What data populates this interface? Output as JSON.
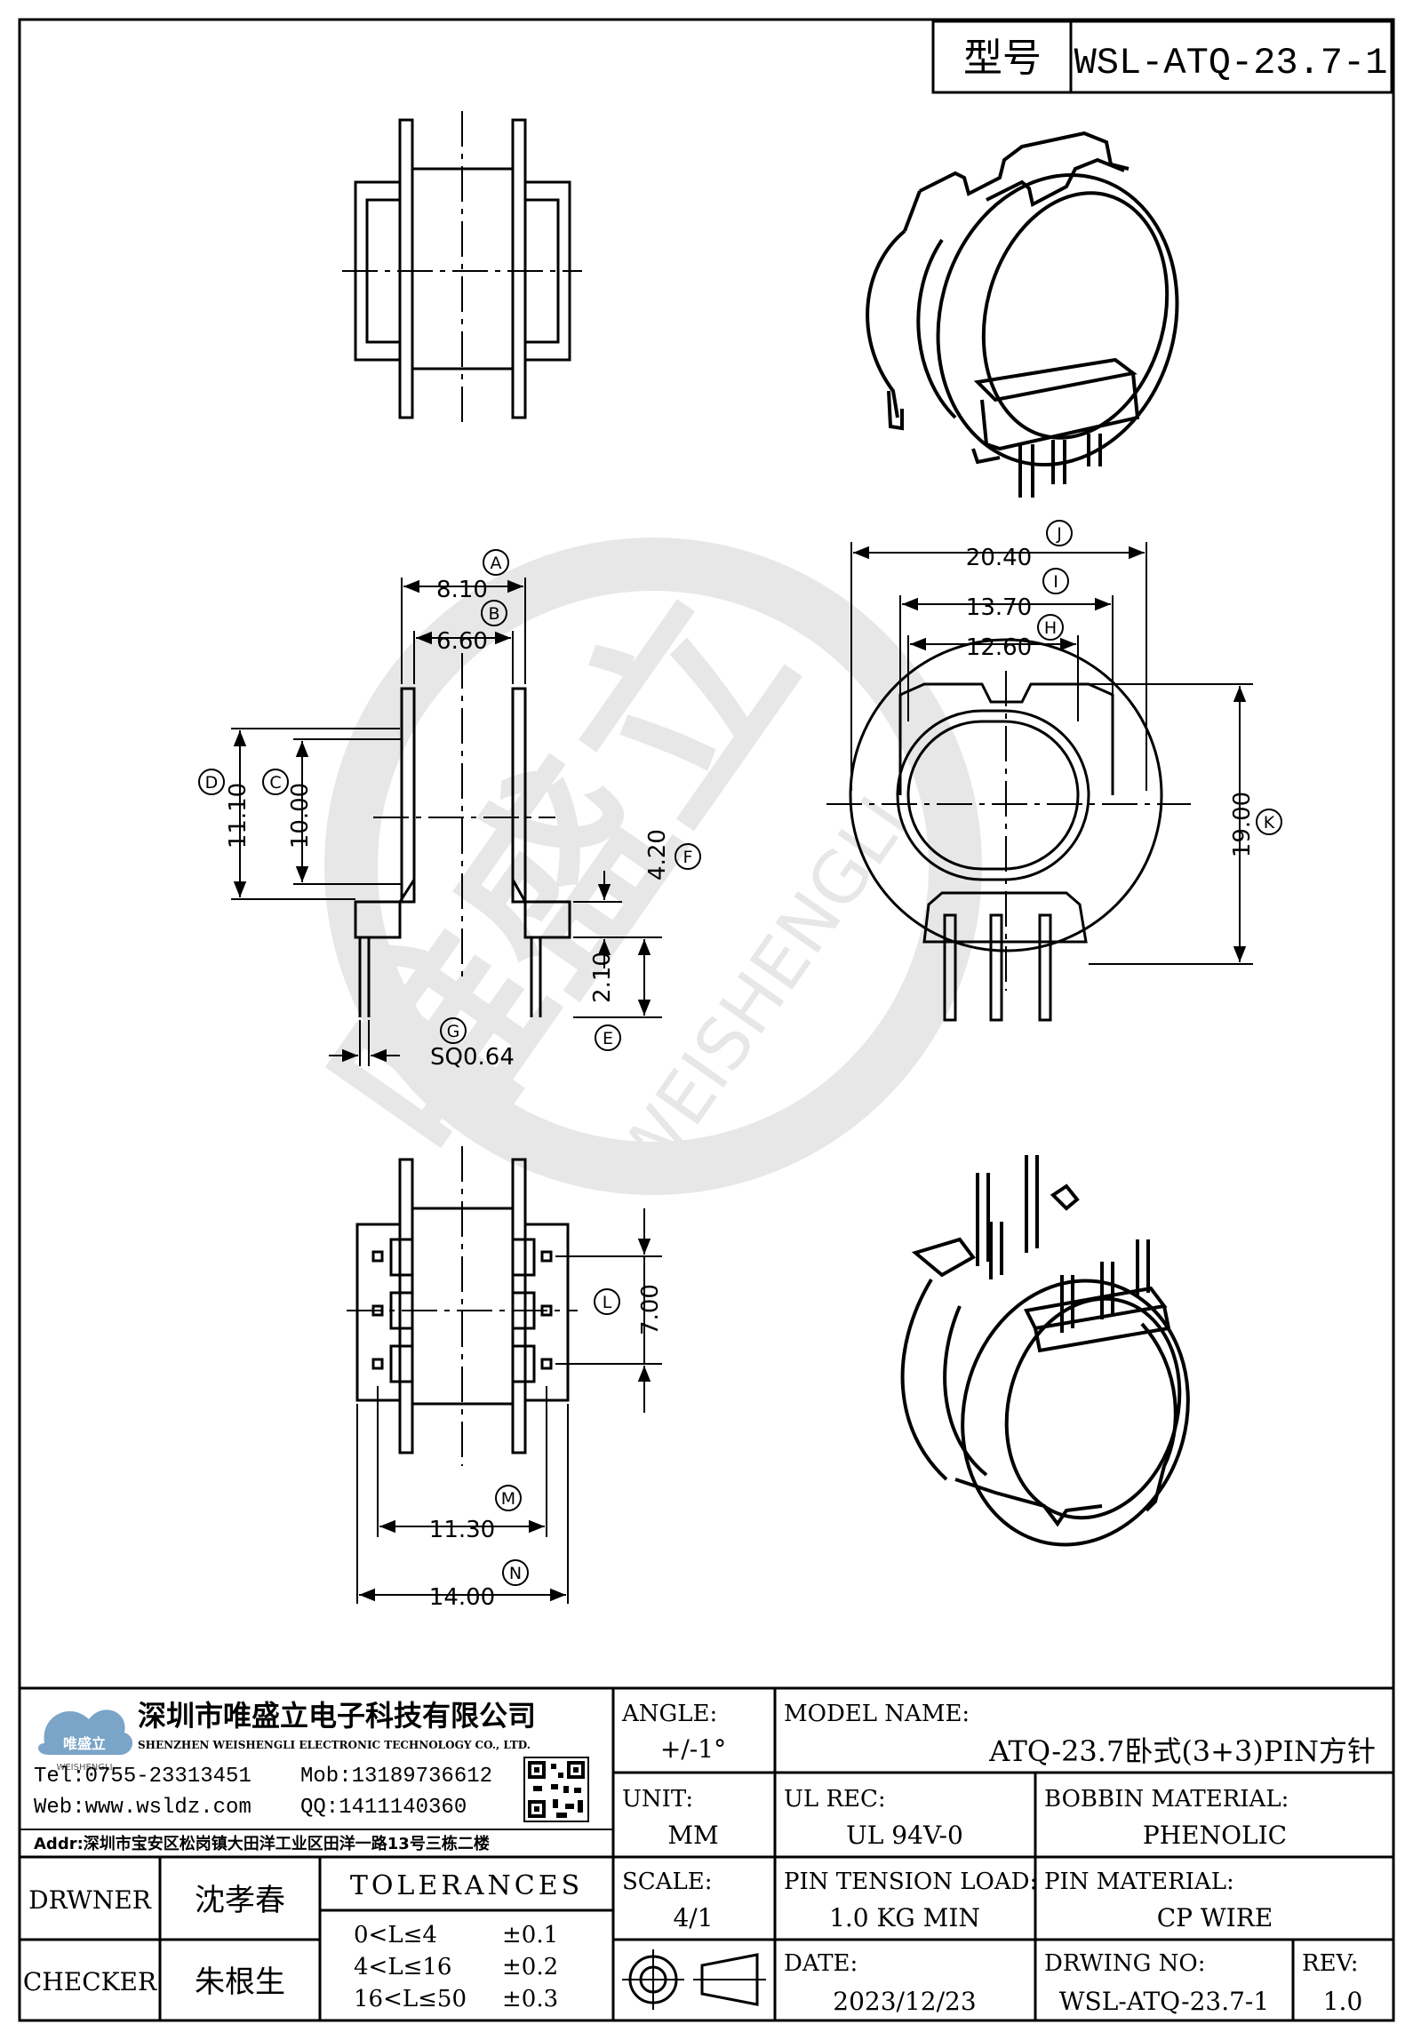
{
  "header": {
    "model_label": "型号",
    "model_value": "WSL-ATQ-23.7-1"
  },
  "dims": {
    "A": {
      "letter": "A",
      "value": "8.10"
    },
    "B": {
      "letter": "B",
      "value": "6.60"
    },
    "C": {
      "letter": "C",
      "value": "10.00"
    },
    "D": {
      "letter": "D",
      "value": "11.10"
    },
    "E": {
      "letter": "E",
      "value": "2.10"
    },
    "F": {
      "letter": "F",
      "value": "4.20"
    },
    "G": {
      "letter": "G",
      "value": "SQ0.64"
    },
    "H": {
      "letter": "H",
      "value": "12.60"
    },
    "I": {
      "letter": "I",
      "value": "13.70"
    },
    "J": {
      "letter": "J",
      "value": "20.40"
    },
    "K": {
      "letter": "K",
      "value": "19.00"
    },
    "L": {
      "letter": "L",
      "value": "7.00"
    },
    "M": {
      "letter": "M",
      "value": "11.30"
    },
    "N": {
      "letter": "N",
      "value": "14.00"
    }
  },
  "watermark": {
    "cn": "唯盛立",
    "en": "WEISHENGLI"
  },
  "company": {
    "logo_cn": "唯盛立",
    "logo_en": "WEISHENGLI",
    "name_cn": "深圳市唯盛立电子科技有限公司",
    "name_en": "SHENZHEN WEISHENGLI ELECTRONIC TECHNOLOGY CO., LTD.",
    "tel": "Tel:0755-23313451",
    "mob": "Mob:13189736612",
    "web": "Web:www.wsldz.com",
    "qq": "QQ:1411140360",
    "addr": "Addr:深圳市宝安区松岗镇大田洋工业区田洋一路13号三栋二楼"
  },
  "title_block": {
    "angle_label": "ANGLE:",
    "angle_value": "+/-1°",
    "model_name_label": "MODEL NAME:",
    "model_name_value": "ATQ-23.7卧式(3+3)PIN方针",
    "unit_label": "UNIT:",
    "unit_value": "MM",
    "ul_label": "UL REC:",
    "ul_value": "UL 94V-0",
    "bobbin_label": "BOBBIN MATERIAL:",
    "bobbin_value": "PHENOLIC",
    "scale_label": "SCALE:",
    "scale_value": "4/1",
    "pin_tension_label": "PIN TENSION LOAD:",
    "pin_tension_value": "1.0 KG MIN",
    "pin_material_label": "PIN MATERIAL:",
    "pin_material_value": "CP WIRE",
    "date_label": "DATE:",
    "date_value": "2023/12/23",
    "drwing_no_label": "DRWING NO:",
    "drwing_no_value": "WSL-ATQ-23.7-1",
    "rev_label": "REV:",
    "rev_value": "1.0",
    "drawer_label": "DRWNER",
    "drawer_value": "沈孝春",
    "checker_label": "CHECKER",
    "checker_value": "朱根生",
    "tolerances_label": "TOLERANCES",
    "tolerances": [
      {
        "range": "0<L≤4",
        "value": "±0.1"
      },
      {
        "range": "4<L≤16",
        "value": "±0.2"
      },
      {
        "range": "16<L≤50",
        "value": "±0.3"
      }
    ]
  }
}
